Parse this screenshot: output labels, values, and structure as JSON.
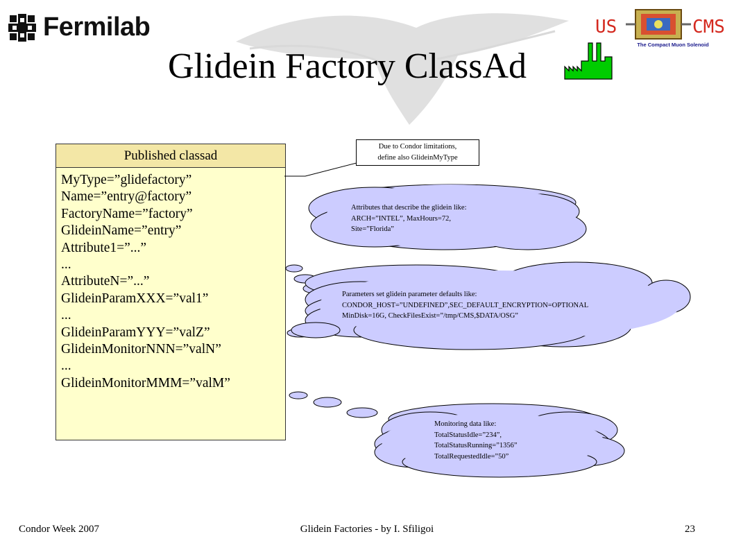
{
  "header": {
    "fermilab_logo_text": "Fermilab",
    "cms_logo": {
      "us": "US",
      "cms": "CMS",
      "subtitle": "The Compact Muon Solenoid"
    },
    "title": "Glidein Factory ClassAd"
  },
  "classad": {
    "header": "Published classad",
    "lines": [
      "MyType=”glidefactory”",
      "Name=”entry@factory”",
      "FactoryName=”factory”",
      "GlideinName=”entry”",
      "Attribute1=”...”",
      "...",
      "AttributeN=”...”",
      "GlideinParamXXX=”val1”",
      "...",
      "GlideinParamYYY=”valZ”",
      "GlideinMonitorNNN=”valN”",
      "...",
      "GlideinMonitorMMM=”valM”"
    ]
  },
  "callouts": {
    "note": [
      "Due to Condor limitations,",
      "define also GlideinMyType"
    ],
    "attributes": [
      "Attributes that describe the glidein like:",
      "ARCH=”INTEL”, MaxHours=72,",
      "Site=”Florida”"
    ],
    "params": [
      "Parameters set glidein parameter defaults like:",
      "CONDOR_HOST=”UNDEFINED”,SEC_DEFAULT_ENCRYPTION=OPTIONAL",
      "MinDisk=16G, CheckFilesExist=”/tmp/CMS,$DATA/OSG”"
    ],
    "monitoring": [
      "Monitoring data like:",
      "TotalStatusIdle=”234”,",
      "TotalStatusRunning=”1356”",
      "TotalRequestedIdle=”50”"
    ]
  },
  "footer": {
    "left": "Condor Week 2007",
    "center": "Glidein Factories - by I. Sfiligoi",
    "page": "23"
  },
  "colors": {
    "box_fill": "#ffffcc",
    "box_header_fill": "#f3e7a6",
    "cloud_fill": "#ccccff",
    "factory_icon": "#00cc00",
    "cms_red": "#d4291f",
    "cms_blue": "#1a1a8c"
  },
  "icons": [
    "fermilab-logo-icon",
    "cms-logo-icon",
    "eagle-watermark-icon",
    "factory-icon"
  ]
}
